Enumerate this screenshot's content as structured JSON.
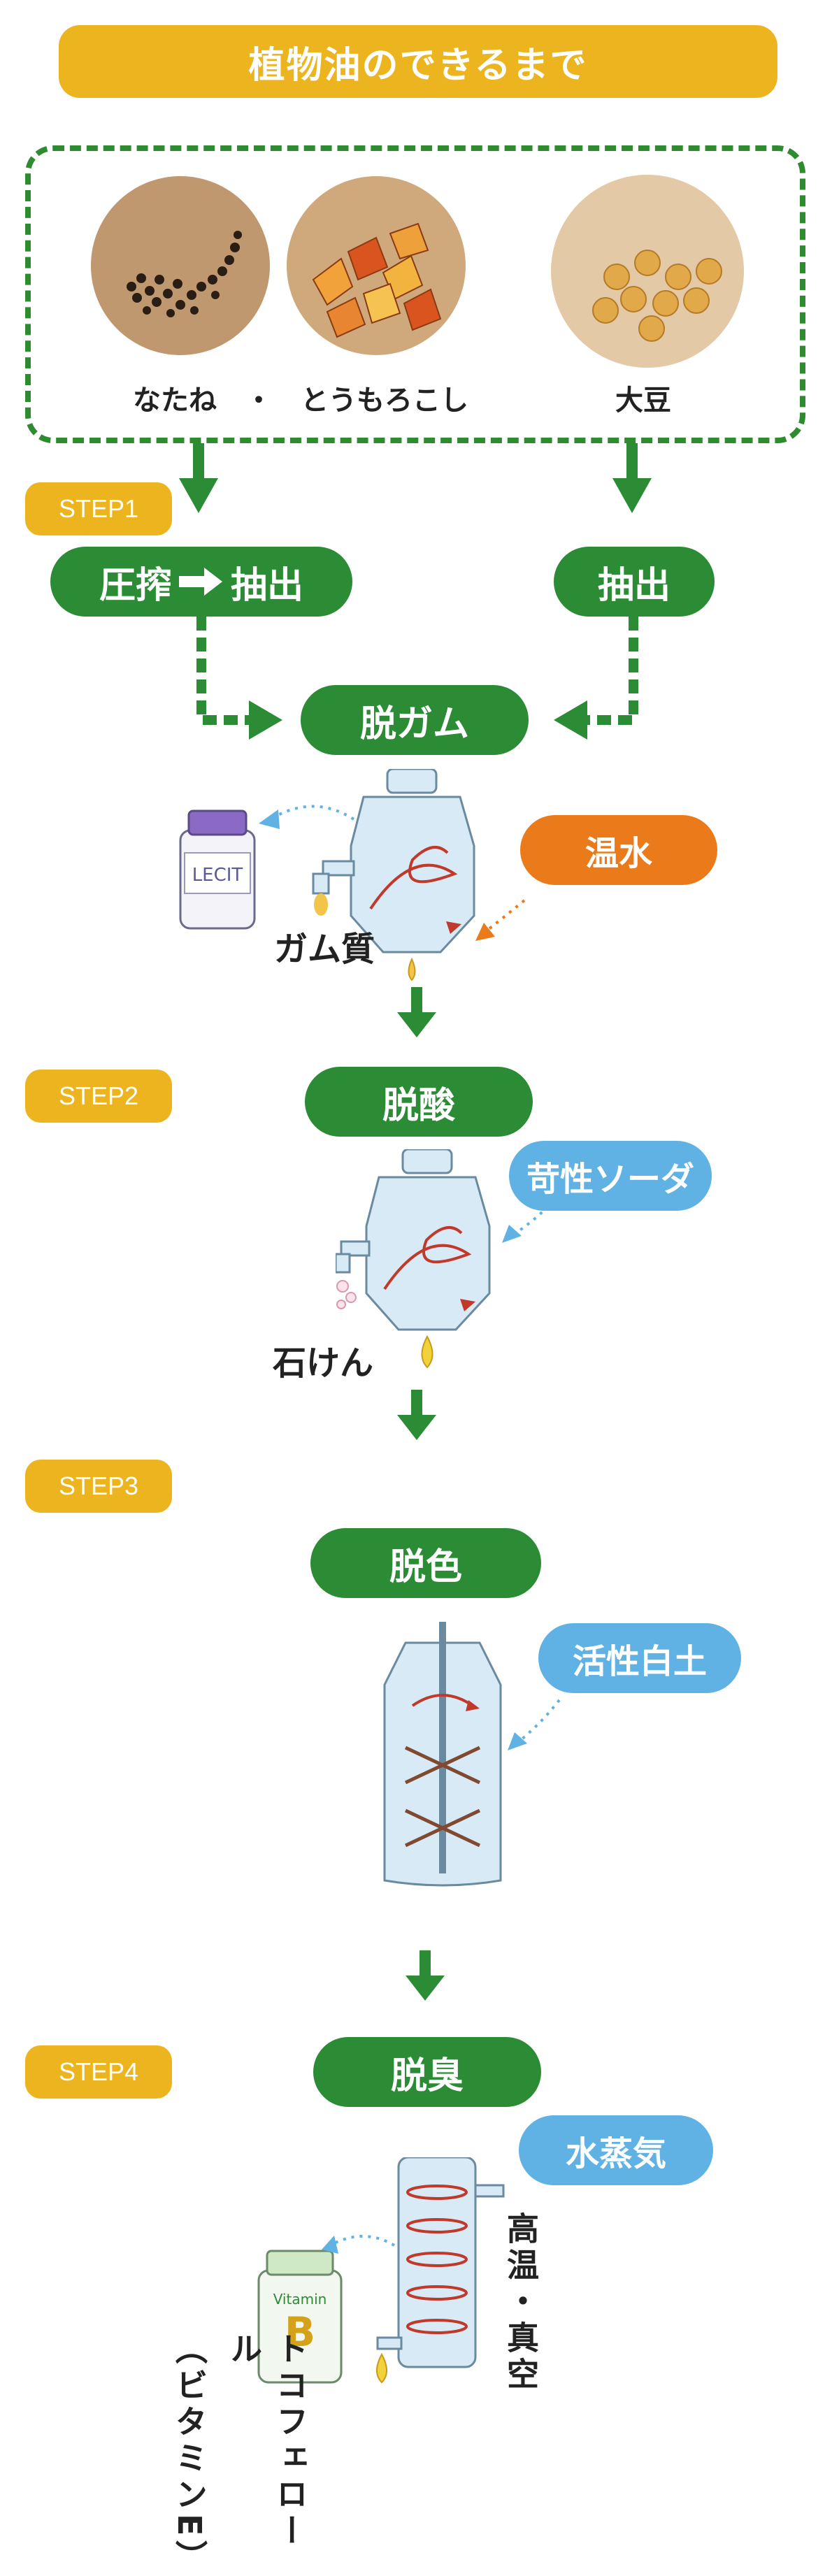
{
  "title": "植物油のできるまで",
  "sources": {
    "rapeseed_corn_label": "なたね　・　とうもろこし",
    "soybean_label": "大豆"
  },
  "steps": [
    {
      "tag": "STEP1",
      "process_left": "圧搾",
      "process_left_b": "抽出",
      "process_right": "抽出",
      "main": "脱ガム",
      "agent": "温水",
      "byproduct": "ガム質",
      "container_label": "LECIT"
    },
    {
      "tag": "STEP2",
      "main": "脱酸",
      "agent": "苛性ソーダ",
      "byproduct": "石けん"
    },
    {
      "tag": "STEP3",
      "main": "脱色",
      "agent": "活性白土"
    },
    {
      "tag": "STEP4",
      "main": "脱臭",
      "agent": "水蒸気",
      "condition": "高温・真空",
      "byproduct": "トコフェロール",
      "byproduct_sub": "（ビタミンE）",
      "container_label_top": "Vitamin",
      "container_label_letter": "B"
    }
  ],
  "colors": {
    "green": "#2b8c35",
    "yellow": "#ecb51f",
    "orange": "#ea7a1a",
    "blue": "#5fb2e3"
  },
  "icons": [
    "right-arrow-icon",
    "rapeseed-image",
    "corn-image",
    "soybean-image",
    "separator-tank-icon",
    "lecithin-bottle-icon",
    "bleaching-column-icon",
    "deodorizer-column-icon",
    "vitamin-bottle-icon",
    "oil-drop-icon",
    "soap-bubbles-icon"
  ]
}
